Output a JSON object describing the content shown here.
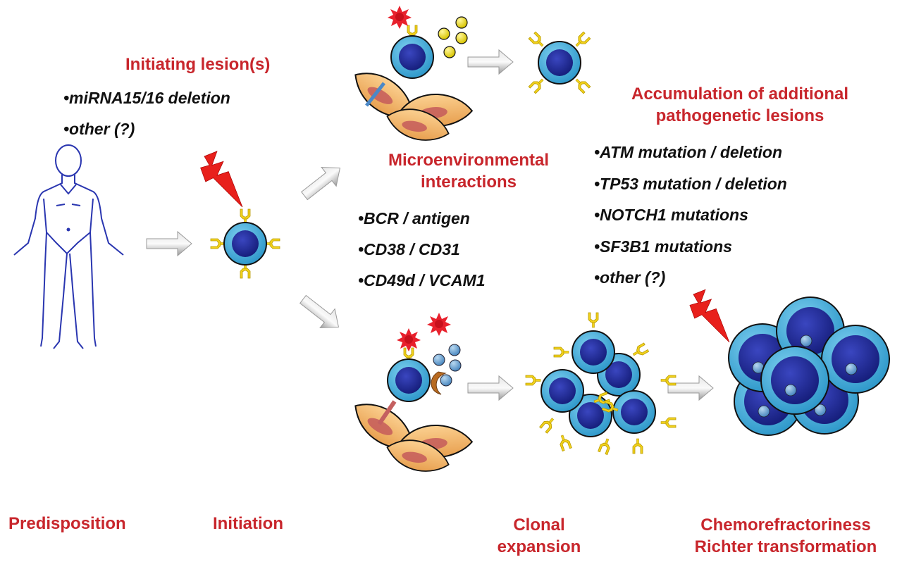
{
  "title_sections": {
    "initiating": {
      "heading": "Initiating lesion(s)",
      "items": [
        "•miRNA15/16 deletion",
        "•other (?)"
      ]
    },
    "microenvironment": {
      "heading_line1": "Microenvironmental",
      "heading_line2": "interactions",
      "items": [
        "•BCR / antigen",
        "•CD38 / CD31",
        "•CD49d / VCAM1"
      ]
    },
    "accumulation": {
      "heading_line1": "Accumulation of additional",
      "heading_line2": "pathogenetic lesions",
      "items": [
        "•ATM mutation / deletion",
        "•TP53 mutation / deletion",
        "•NOTCH1 mutations",
        "•SF3B1 mutations",
        "•other (?)"
      ]
    }
  },
  "stages": {
    "predisposition": "Predisposition",
    "initiation": "Initiation",
    "clonal_line1": "Clonal",
    "clonal_line2": "expansion",
    "chemo_line1": "Chemorefractoriness",
    "chemo_line2": "Richter transformation"
  },
  "colors": {
    "heading_red": "#c8262c",
    "cell_outer": "#3aa7d8",
    "cell_nucleus": "#1f2a8f",
    "receptor_yellow": "#f0d020",
    "stromal_orange": "#f4b46a",
    "arrow_gray": "#b8b8b8",
    "lightning_red": "#e8201c",
    "body_outline": "#2a36b0"
  }
}
